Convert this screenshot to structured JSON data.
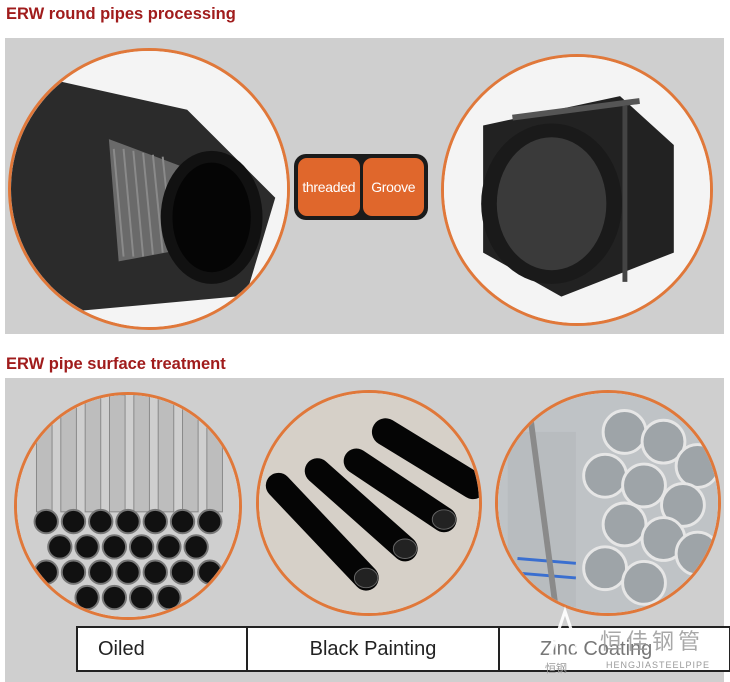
{
  "sections": {
    "processing": {
      "title": "ERW round pipes processing"
    },
    "surface": {
      "title": "ERW pipe surface treatment"
    }
  },
  "processing_toggle": {
    "left_label": "threaded",
    "right_label": "Groove"
  },
  "surface_labels": [
    "Oiled",
    "Black Painting",
    "Zinc Coating"
  ],
  "watermark": {
    "brand_cn": "恒佳钢管",
    "sub_left": "恒钢",
    "sub": "HENGJIASTEELPIPE"
  },
  "colors": {
    "heading": "#a01c1c",
    "accent": "#e0672c",
    "panel": "#cfcfcf"
  }
}
